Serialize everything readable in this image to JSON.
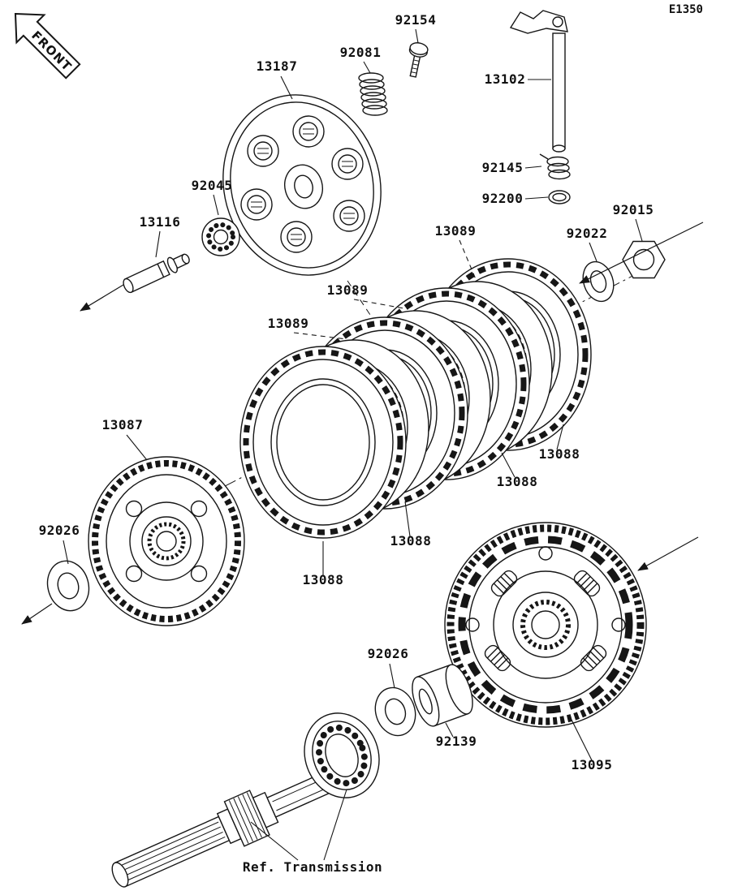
{
  "diagram": {
    "code": "E1350",
    "front_marker": "FRONT"
  },
  "labels": [
    {
      "text": "92154"
    },
    {
      "text": "92081"
    },
    {
      "text": "13187"
    },
    {
      "text": "13102"
    },
    {
      "text": "92145"
    },
    {
      "text": "92200"
    },
    {
      "text": "92015"
    },
    {
      "text": "92022"
    },
    {
      "text": "13089"
    },
    {
      "text": "92045"
    },
    {
      "text": "13116"
    },
    {
      "text": "13089"
    },
    {
      "text": "13089"
    },
    {
      "text": "13087"
    },
    {
      "text": "92026"
    },
    {
      "text": "13088"
    },
    {
      "text": "13088"
    },
    {
      "text": "13088"
    },
    {
      "text": "13088"
    },
    {
      "text": "92026"
    },
    {
      "text": "92139"
    },
    {
      "text": "13095"
    },
    {
      "text": "Ref. Transmission"
    }
  ]
}
